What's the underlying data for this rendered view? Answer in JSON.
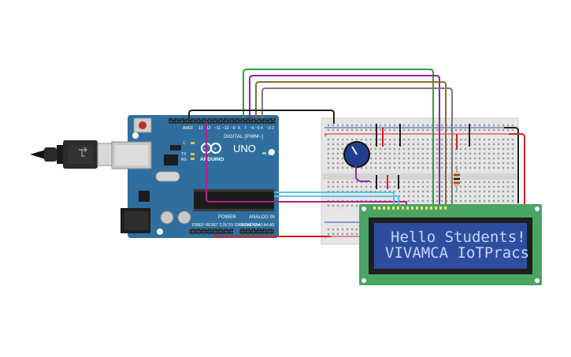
{
  "arduino": {
    "logo_text": "ARDUINO",
    "model": "UNO",
    "digital_label": "DIGITAL (PWM~)",
    "power_label": "POWER",
    "analog_label": "ANALOG IN",
    "on_label": "ON",
    "tx_label": "TX",
    "rx_label": "RX",
    "l_label": "L"
  },
  "lcd": {
    "line1": "Hello Students!",
    "line2": "VIVAMCA IoTPracs"
  },
  "colors": {
    "board_blue": "#2f6e9e",
    "lcd_pcb_green": "#4aa463",
    "lcd_screen": "#2d4e9e",
    "wire_green": "#2ea33a",
    "wire_purple": "#8a2aa0",
    "wire_brown": "#8a6a3a",
    "wire_gray": "#7a7a7a",
    "wire_red": "#d61f1f",
    "wire_black": "#202020",
    "wire_cyan": "#5cc3da",
    "wire_magenta": "#b0218f"
  }
}
